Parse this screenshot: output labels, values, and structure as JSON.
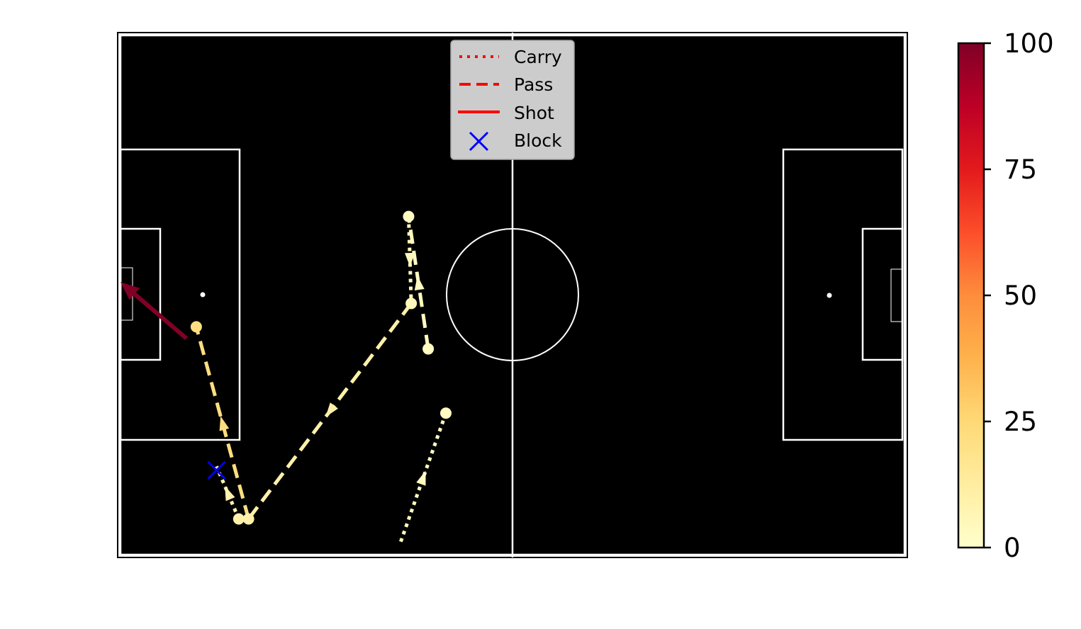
{
  "chart_data": {
    "type": "scatter",
    "title": "",
    "xlabel": "",
    "ylabel": "",
    "pitch": {
      "x_range": [
        0,
        120
      ],
      "y_range": [
        0,
        80
      ],
      "background": "#000000",
      "line_color": "#ffffff",
      "axes_visible": false
    },
    "events": [
      {
        "type": "Carry",
        "start": [
          42.9,
          2.0
        ],
        "end": [
          49.8,
          21.8
        ],
        "value": 3
      },
      {
        "type": "Pass",
        "start": [
          47.1,
          31.7
        ],
        "end": [
          44.1,
          52.1
        ],
        "value": 3
      },
      {
        "type": "Carry",
        "start": [
          44.1,
          52.1
        ],
        "end": [
          44.5,
          38.7
        ],
        "value": 5
      },
      {
        "type": "Pass",
        "start": [
          44.5,
          38.7
        ],
        "end": [
          19.6,
          5.5
        ],
        "value": 10
      },
      {
        "type": "Carry",
        "start": [
          18.1,
          5.5
        ],
        "end": [
          14.7,
          13.6
        ],
        "value": 8
      },
      {
        "type": "Pass",
        "start": [
          19.6,
          5.5
        ],
        "end": [
          11.6,
          35.1
        ],
        "value": 22
      },
      {
        "type": "Shot",
        "start": [
          10.1,
          33.3
        ],
        "end": [
          0.0,
          42.0
        ],
        "value": 100
      }
    ],
    "points": [
      {
        "x": 49.8,
        "y": 21.8,
        "value": 3
      },
      {
        "x": 44.1,
        "y": 52.1,
        "value": 3
      },
      {
        "x": 44.5,
        "y": 38.7,
        "value": 5
      },
      {
        "x": 19.6,
        "y": 5.5,
        "value": 10
      },
      {
        "x": 11.6,
        "y": 35.1,
        "value": 22
      },
      {
        "x": 47.1,
        "y": 31.7,
        "value": 3
      },
      {
        "x": 18.1,
        "y": 5.5,
        "value": 10
      }
    ],
    "block": {
      "x": 14.7,
      "y": 13.0
    },
    "legend": {
      "placement": "upper center",
      "entries": [
        {
          "label": "Carry",
          "style": "dotted",
          "color": "#ff0000"
        },
        {
          "label": "Pass",
          "style": "dashed",
          "color": "#ff0000"
        },
        {
          "label": "Shot",
          "style": "solid",
          "color": "#ff0000"
        },
        {
          "label": "Block",
          "style": "x-marker",
          "color": "#0000ff"
        }
      ]
    },
    "colorbar": {
      "colormap": "YlOrRd",
      "range": [
        0,
        100
      ],
      "ticks": [
        0,
        25,
        50,
        75,
        100
      ],
      "tick_labels": [
        "0",
        "25",
        "50",
        "75",
        "100"
      ]
    },
    "colors": {
      "ylorrd": [
        "#ffffcc",
        "#ffeda0",
        "#fed976",
        "#feb24c",
        "#fd8d3c",
        "#fc4e2a",
        "#e31a1c",
        "#bd0026",
        "#800026"
      ]
    }
  }
}
